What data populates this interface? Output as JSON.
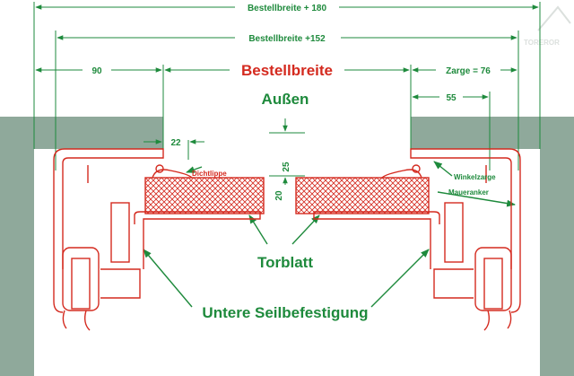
{
  "colors": {
    "green": "#1e8a3c",
    "red": "#d42a1f",
    "wall": "#8fa99b",
    "background": "#ffffff"
  },
  "dimensions": {
    "order_width_plus_180": "Bestellbreite + 180",
    "order_width_plus_152": "Bestellbreite +152",
    "order_width": "Bestellbreite",
    "left_90": "90",
    "frame_76": "Zarge = 76",
    "right_55": "55",
    "gap_22": "22",
    "height_25": "25",
    "thickness_20": "20"
  },
  "labels": {
    "outside": "Außen",
    "seal_lip": "Dichtlippe",
    "angle_frame": "Winkelzarge",
    "wall_anchor": "Maueranker",
    "door_leaf": "Torblatt",
    "lower_cable_mount": "Untere Seilbefestigung"
  },
  "watermark": "TOREROR"
}
